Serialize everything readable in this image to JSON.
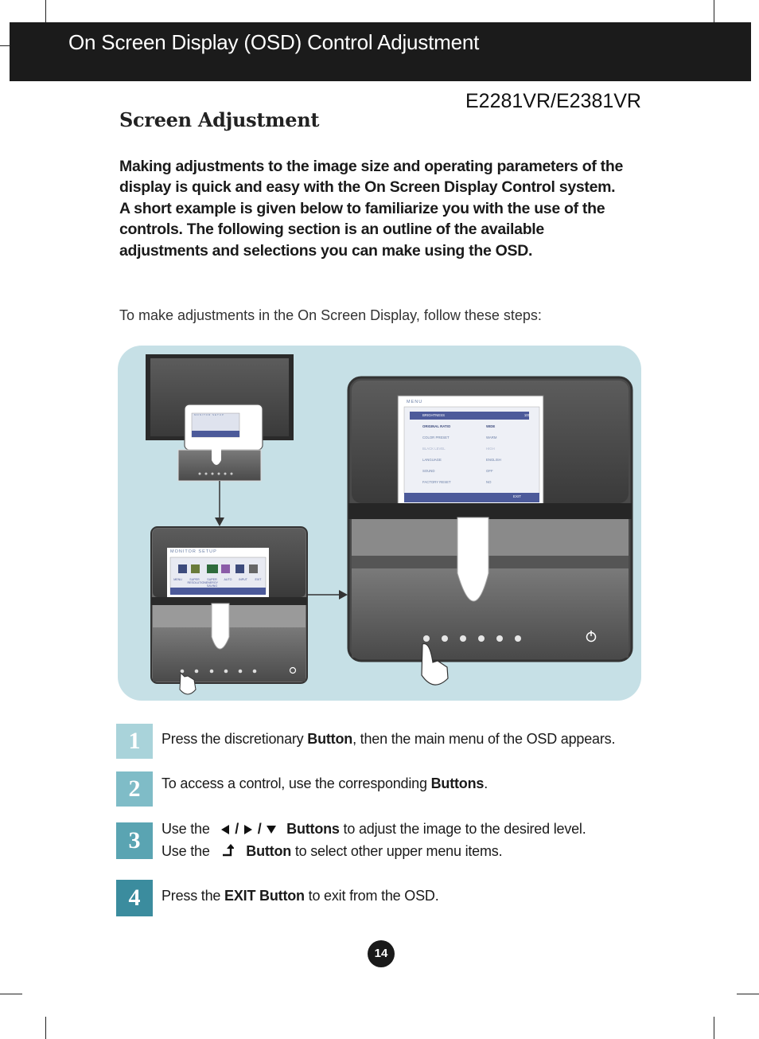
{
  "header": {
    "title": "On Screen Display (OSD) Control Adjustment"
  },
  "model": "E2281VR/E2381VR",
  "section_title": "Screen Adjustment",
  "intro": {
    "p1": "Making adjustments to the image size and operating parameters of the display is quick and easy with the On Screen Display Control system.",
    "p2": "A short example is given below to familiarize you with the use of the controls. The following section is an outline of the available adjustments and selections you can make using the OSD."
  },
  "lead": "To make adjustments in the On Screen Display, follow these steps:",
  "illustration": {
    "monitor_setup": {
      "title": "MONITOR SETUP",
      "items": [
        "MENU",
        "SUPER RESOLUTION",
        "SUPER ENERGY SAVING",
        "AUTO",
        "INPUT",
        "EXIT"
      ]
    },
    "menu": {
      "title": "MENU",
      "rows": [
        {
          "label": "BRIGHTNESS",
          "value": "100"
        },
        {
          "label": "ORIGINAL RATIO",
          "value": "WIDE"
        },
        {
          "label": "COLOR PRESET",
          "value": "WARM"
        },
        {
          "label": "BLACK LEVEL",
          "value": "HIGH"
        },
        {
          "label": "LANGUAGE",
          "value": "ENGLISH"
        },
        {
          "label": "SOUND",
          "value": "OFF"
        },
        {
          "label": "FACTORY RESET",
          "value": "NO"
        }
      ],
      "exit_label": "EXIT"
    }
  },
  "steps": [
    {
      "num": "1",
      "color": "#a9d3da",
      "pre": "Press the discretionary ",
      "bold": "Button",
      "post": ", then the main menu of the OSD appears."
    },
    {
      "num": "2",
      "color": "#7fbcc7",
      "pre": "To access a control, use the corresponding ",
      "bold": "Buttons",
      "post": "."
    },
    {
      "num": "3",
      "color": "#5aa4b2",
      "line1_pre": "Use the",
      "line1_bold": "Buttons",
      "line1_post": " to adjust the image to the desired level.",
      "line2_pre": "Use the",
      "line2_bold": "Button",
      "line2_post": " to select other upper menu items."
    },
    {
      "num": "4",
      "color": "#3b8c9e",
      "pre": "Press the ",
      "bold": "EXIT Button",
      "post": " to exit from the OSD."
    }
  ],
  "page_number": "14"
}
